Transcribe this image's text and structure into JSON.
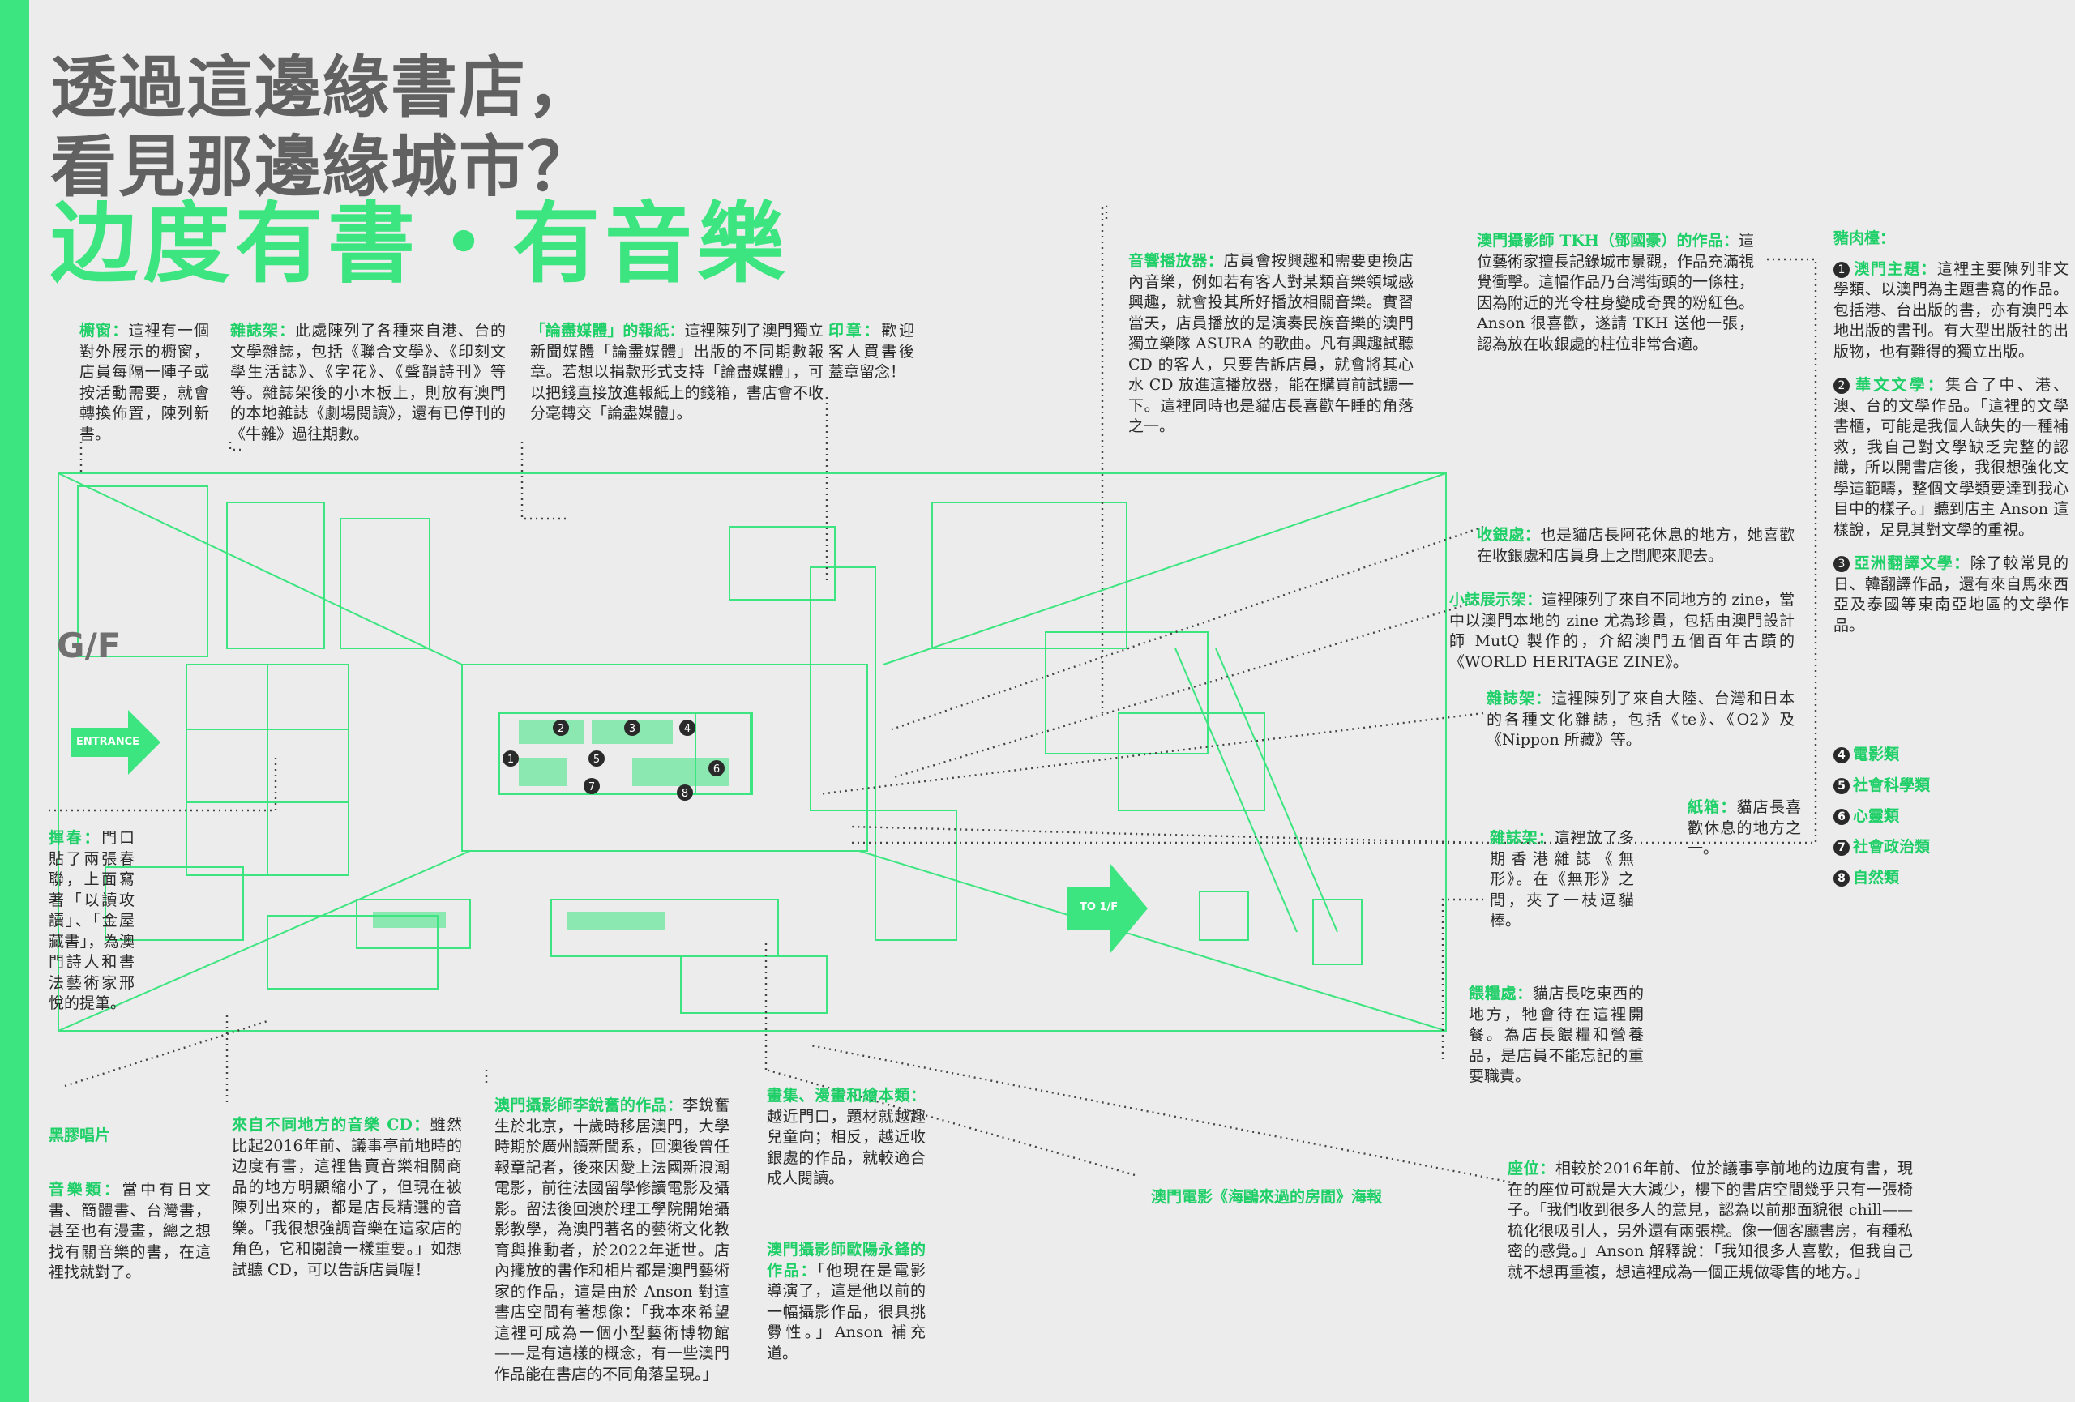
{
  "title": {
    "line1": "透過這邊緣書店，",
    "line2": "看見那邊緣城市？",
    "main": "边度有書・有音樂"
  },
  "floor_label": "G/F",
  "arrows": {
    "entrance": "ENTRANCE",
    "to_1f": "TO 1/F"
  },
  "notes": {
    "window": {
      "h": "櫥窗：",
      "t": "這裡有一個對外展示的櫥窗，店員每隔一陣子或按活動需要，就會轉換佈置，陳列新書。"
    },
    "magazine_rack": {
      "h": "雜誌架：",
      "t": "此處陳列了各種來自港、台的文學雜誌，包括《聯合文學》、《印刻文學生活誌》、《字花》、《聲韻詩刊》等等。雜誌架後的小木板上，則放有澳門的本地雜誌《劇場閱讀》，還有已停刊的《牛雜》過往期數。"
    },
    "lunjin": {
      "h": "「論盡媒體」的報紙：",
      "t": "這裡陳列了澳門獨立新聞媒體「論盡媒體」出版的不同期數報章。若想以捐款形式支持「論盡媒體」，可以把錢直接放進報紙上的錢箱，書店會不收分毫轉交「論盡媒體」。"
    },
    "stamp": {
      "h": "印章：",
      "t": "歡迎客人買書後蓋章留念！"
    },
    "speaker": {
      "h": "音響播放器：",
      "t": "店員會按興趣和需要更換店內音樂，例如若有客人對某類音樂領域感興趣，就會投其所好播放相關音樂。實習當天，店員播放的是演奏民族音樂的澳門獨立樂隊 ASURA 的歌曲。凡有興趣試聽 CD 的客人，只要告訴店員，就會將其心水 CD 放進這播放器，能在購買前試聽一下。這裡同時也是貓店長喜歡午睡的角落之一。"
    },
    "tkh": {
      "h": "澳門攝影師 TKH（鄧國豪）的作品：",
      "t": "這位藝術家擅長記錄城市景觀，作品充滿視覺衝擊。這幅作品乃台灣街頭的一條柱，因為附近的光令柱身變成奇異的粉紅色。Anson 很喜歡，遂請 TKH 送他一張，認為放在收銀處的柱位非常合適。"
    },
    "cashier": {
      "h": "收銀處：",
      "t": "也是貓店長阿花休息的地方，她喜歡在收銀處和店員身上之間爬來爬去。"
    },
    "zine": {
      "h": "小誌展示架：",
      "t": "這裡陳列了來自不同地方的 zine，當中以澳門本地的 zine 尤為珍貴，包括由澳門設計師 MutQ 製作的，介紹澳門五個百年古蹟的《WORLD HERITAGE ZINE》。"
    },
    "mag2": {
      "h": "雜誌架：",
      "t": "這裡陳列了來自大陸、台灣和日本的各種文化雜誌，包括《te》、《O2》及《Nippon 所藏》等。"
    },
    "cat_box": {
      "h": "紙箱：",
      "t": "貓店長喜歡休息的地方之一。"
    },
    "mag3": {
      "h": "雜誌架：",
      "t": "這裡放了多期香港雜誌《無形》。在《無形》之間，夾了一枝逗貓棒。"
    },
    "feeding": {
      "h": "餵糧處：",
      "t": "貓店長吃東西的地方，牠會待在這裡開餐。為店長餵糧和營養品，是店員不能忘記的重要職責。"
    },
    "couplet": {
      "h": "揮春：",
      "t": "門口貼了兩張春聯，上面寫著「以讀攻讀」、「金屋藏書」，為澳門詩人和書法藝術家邢悅的提筆。"
    },
    "cd": {
      "h": "來自不同地方的音樂 CD：",
      "t": "雖然比起2016年前、議事亭前地時的边度有書，這裡售賣音樂相關商品的地方明顯縮小了，但現在被陳列出來的，都是店長精選的音樂。「我很想強調音樂在這家店的角色，它和閱讀一樣重要。」如想試聽 CD，可以告訴店員喔！"
    },
    "music_books": {
      "h": "音樂類：",
      "t": "當中有日文書、簡體書、台灣書，甚至也有漫畫，總之想找有關音樂的書，在這裡找就對了。"
    },
    "li": {
      "h": "澳門攝影師李銳奮的作品：",
      "t": "李銳奮生於北京，十歲時移居澳門，大學時期於廣州讀新聞系，回澳後曾任報章記者，後來因愛上法國新浪潮電影，前往法國留學修讀電影及攝影。留法後回澳於理工學院開始攝影教學，為澳門著名的藝術文化教育與推動者，於2022年逝世。店內擺放的書作和相片都是澳門藝術家的作品，這是由於 Anson 對這書店空間有著想像：「我本來希望這裡可成為一個小型藝術博物館——是有這樣的概念，有一些澳門作品能在書店的不同角落呈現。」"
    },
    "comics": {
      "h": "畫集、漫畫和繪本類：",
      "t": "越近門口，題材就越趣兒童向；相反，越近收銀處的作品，就較適合成人閱讀。"
    },
    "au": {
      "h": "澳門攝影師歐陽永鋒的作品：",
      "t": "「他現在是電影導演了，這是他以前的一幅攝影作品，很具挑釁性。」Anson 補充道。"
    },
    "seats": {
      "h": "座位：",
      "t": "相較於2016年前、位於議事亭前地的边度有書，現在的座位可說是大大減少，樓下的書店空間幾乎只有一張椅子。「我們收到很多人的意見，認為以前那面貌很 chill——梳化很吸引人，另外還有兩張櫈。像一個客廳書房，有種私密的感覺。」Anson 解釋說：「我知很多人喜歡，但我自己就不想再重複，想這裡成為一個正規做零售的地方。」"
    }
  },
  "captions": {
    "vinyl": "黑膠唱片",
    "poster": "澳門電影《海鷗來過的房間》海報"
  },
  "shelf": {
    "h": "豬肉檯：",
    "items": [
      {
        "num": "1",
        "h": "澳門主題：",
        "t": "這裡主要陳列非文學類、以澳門為主題書寫的作品。包括港、台出版的書，亦有澳門本地出版的書刊。有大型出版社的出版物，也有難得的獨立出版。"
      },
      {
        "num": "2",
        "h": "華文文學：",
        "t": "集合了中、港、澳、台的文學作品。「這裡的文學書櫃，可能是我個人缺失的一種補救，我自己對文學缺乏完整的認識，所以開書店後，我很想強化文學這範疇，整個文學類要達到我心目中的樣子。」聽到店主 Anson 這樣說，足見其對文學的重視。"
      },
      {
        "num": "3",
        "h": "亞洲翻譯文學：",
        "t": "除了較常見的日、韓翻譯作品，還有來自馬來西亞及泰國等東南亞地區的文學作品。"
      }
    ],
    "categories": [
      {
        "num": "4",
        "label": "電影類"
      },
      {
        "num": "5",
        "label": "社會科學類"
      },
      {
        "num": "6",
        "label": "心靈類"
      },
      {
        "num": "7",
        "label": "社會政治類"
      },
      {
        "num": "8",
        "label": "自然類"
      }
    ],
    "markers": [
      "1",
      "2",
      "3",
      "4",
      "5",
      "6",
      "7",
      "8"
    ]
  },
  "colors": {
    "accent": "#3ce57f",
    "text": "#2a2a2a",
    "heading": "#616161",
    "background": "#ececec"
  }
}
